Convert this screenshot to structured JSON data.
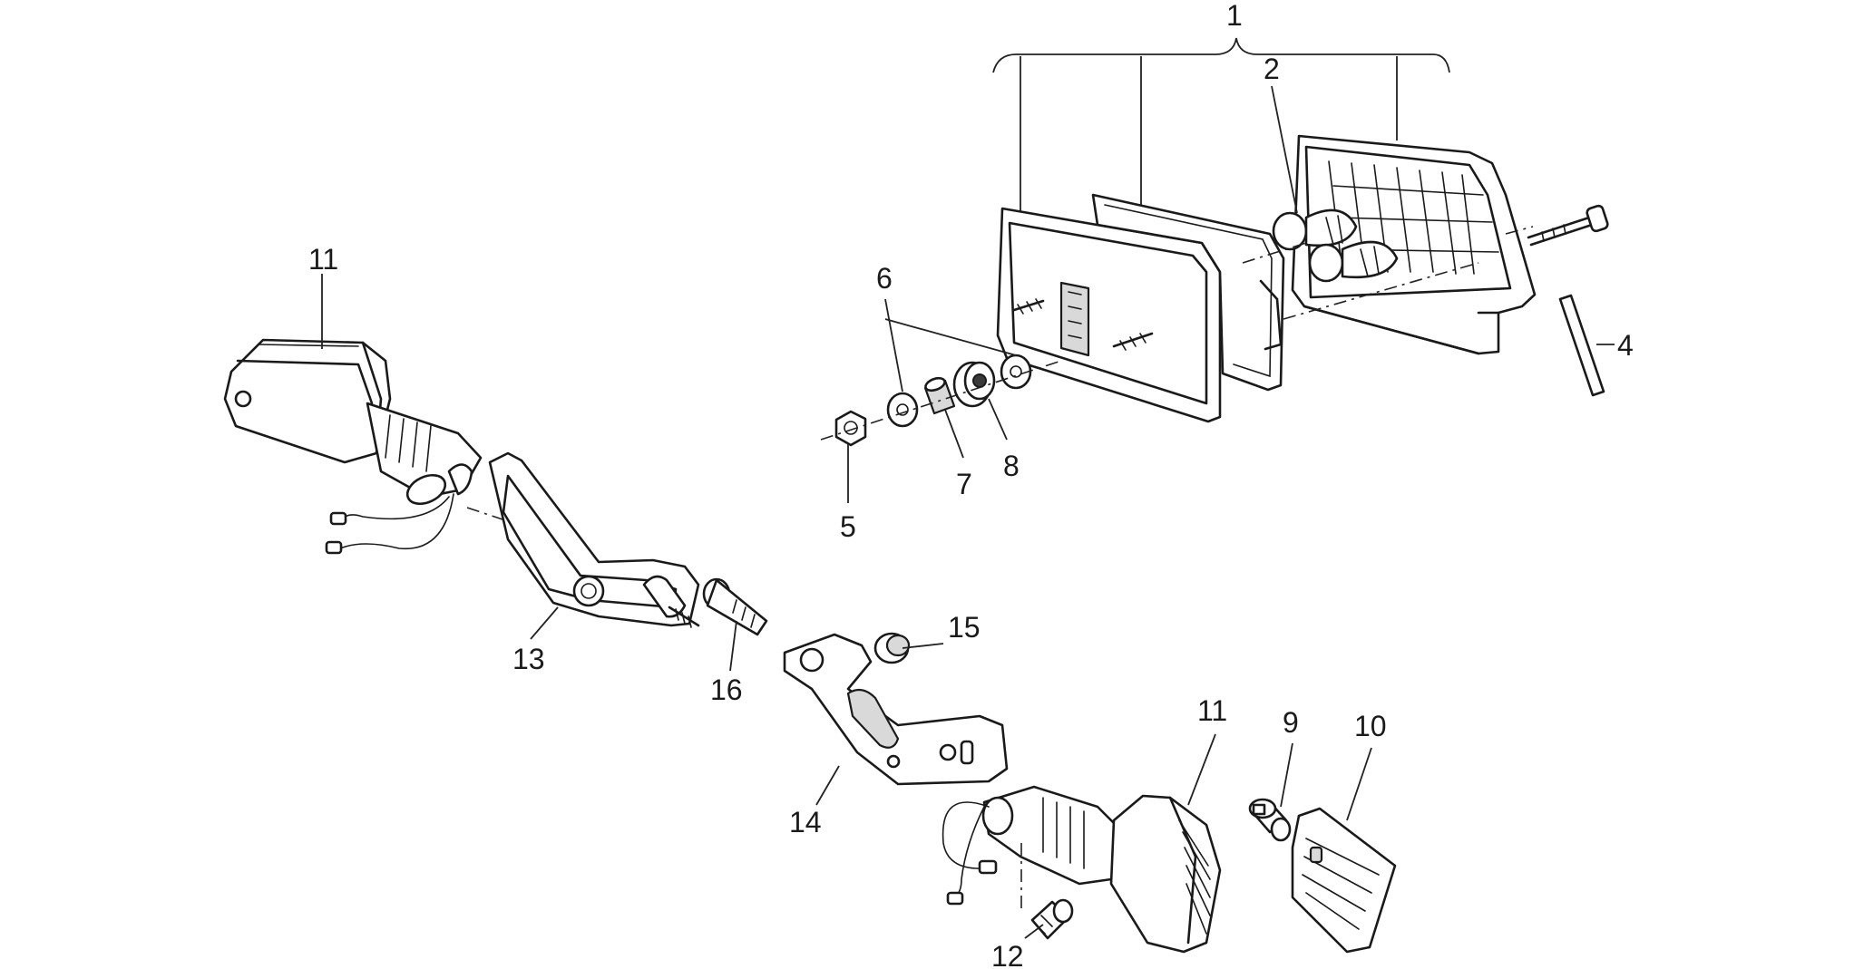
{
  "diagram": {
    "callouts": {
      "c1": "1",
      "c2": "2",
      "c4": "4",
      "c5": "5",
      "c6": "6",
      "c7": "7",
      "c8": "8",
      "c9": "9",
      "c10": "10",
      "c11a": "11",
      "c11b": "11",
      "c12": "12",
      "c13": "13",
      "c14": "14",
      "c15": "15",
      "c16": "16"
    }
  }
}
